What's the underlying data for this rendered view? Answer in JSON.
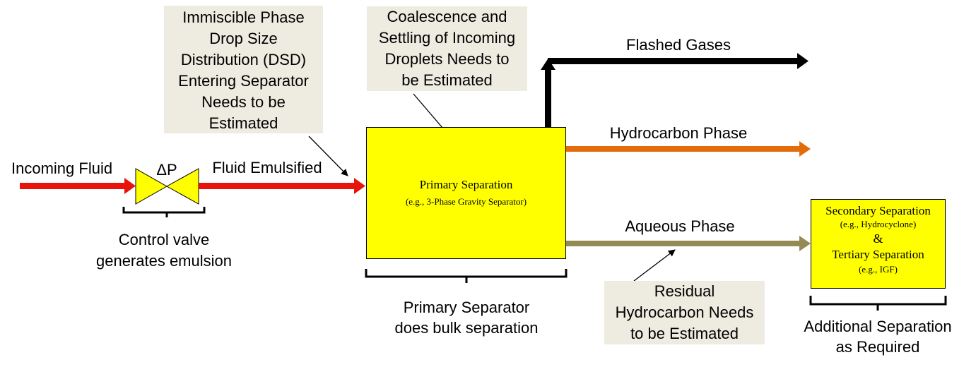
{
  "labels": {
    "incoming_fluid": "Incoming Fluid",
    "delta_p": "ΔP",
    "fluid_emulsified": "Fluid Emulsified",
    "control_valve_line1": "Control valve",
    "control_valve_line2": "generates emulsion",
    "flashed_gases": "Flashed Gases",
    "hydrocarbon_phase": "Hydrocarbon Phase",
    "aqueous_phase": "Aqueous Phase",
    "primary_caption_line1": "Primary Separator",
    "primary_caption_line2": "does bulk separation",
    "additional_line1": "Additional Separation",
    "additional_line2": "as Required"
  },
  "notes": {
    "dsd": [
      "Immiscible Phase",
      "Drop Size",
      "Distribution (DSD)",
      "Entering Separator",
      "Needs to be",
      "Estimated"
    ],
    "coalescence": [
      "Coalescence and",
      "Settling of Incoming",
      "Droplets Needs to",
      "be Estimated"
    ],
    "residual": [
      "Residual",
      "Hydrocarbon Needs",
      "to be Estimated"
    ]
  },
  "boxes": {
    "primary": {
      "title": "Primary Separation",
      "subtitle": "(e.g., 3-Phase Gravity Separator)"
    },
    "secondary": {
      "line1": "Secondary Separation",
      "line2": "(e.g., Hydrocyclone)",
      "line3": "&",
      "line4": "Tertiary Separation",
      "line5": "(e.g., IGF)"
    }
  },
  "colors": {
    "incoming": "#e8140c",
    "gas": "#000000",
    "hydrocarbon": "#e36c0a",
    "aqueous": "#948a54",
    "separator": "#ffff00",
    "note_bg": "#eeece1"
  }
}
